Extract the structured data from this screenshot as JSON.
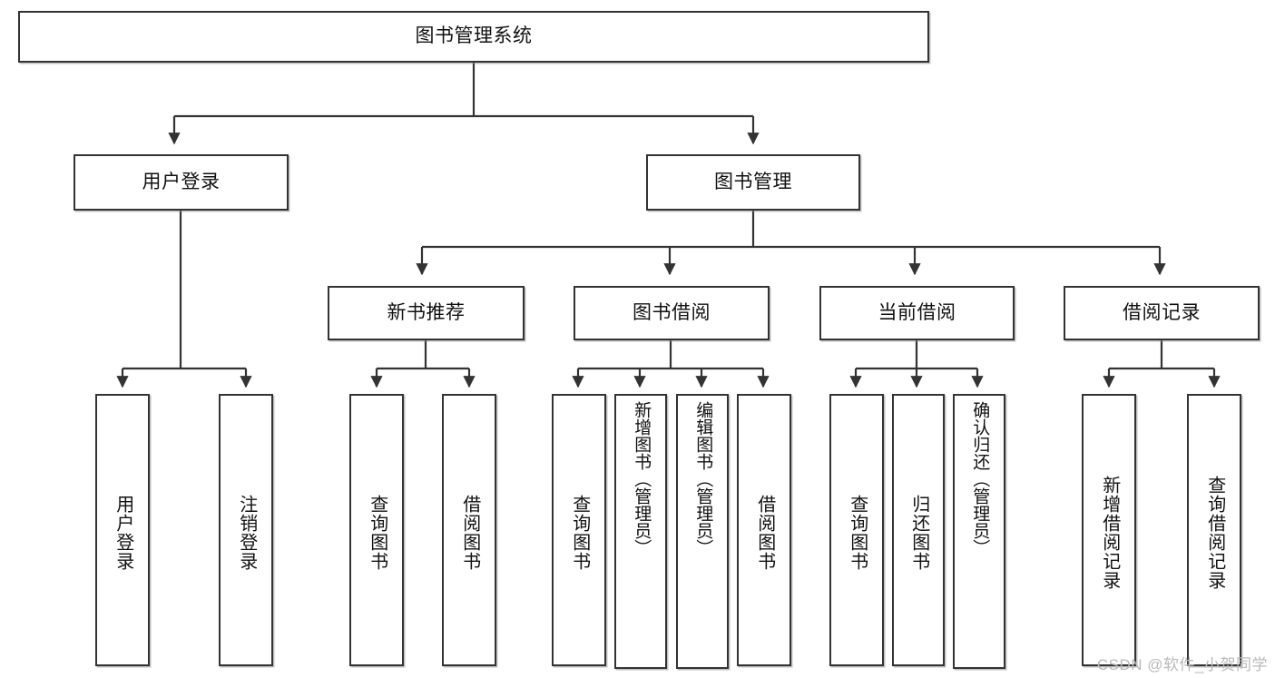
{
  "diagram": {
    "title": "图书管理系统",
    "type": "tree-hierarchy-diagram",
    "watermark": "CSDN @软件_小贺同学",
    "accent_colors": {
      "box_border": "#333333",
      "box_fill": "#ffffff",
      "connector": "#222222",
      "text": "#111111",
      "watermark": "#b9b9b9"
    }
  },
  "nodes": {
    "root": {
      "label": "图书管理系统"
    },
    "level2": [
      {
        "label": "用户登录"
      },
      {
        "label": "图书管理"
      }
    ],
    "level3": [
      {
        "label": "新书推荐"
      },
      {
        "label": "图书借阅"
      },
      {
        "label": "当前借阅"
      },
      {
        "label": "借阅记录"
      }
    ],
    "leaves": {
      "user_login": [
        {
          "label": "用户登录"
        },
        {
          "label": "注销登录"
        }
      ],
      "new_book_recommend": [
        {
          "label": "查询图书"
        },
        {
          "label": "借阅图书"
        }
      ],
      "book_borrow": [
        {
          "label": "查询图书"
        },
        {
          "label": "新增图书（管理员）"
        },
        {
          "label": "编辑图书（管理员）"
        },
        {
          "label": "借阅图书"
        }
      ],
      "current_borrow": [
        {
          "label": "查询图书"
        },
        {
          "label": "归还图书"
        },
        {
          "label": "确认归还（管理员）"
        }
      ],
      "borrow_record": [
        {
          "label": "新增借阅记录"
        },
        {
          "label": "查询借阅记录"
        }
      ]
    }
  }
}
